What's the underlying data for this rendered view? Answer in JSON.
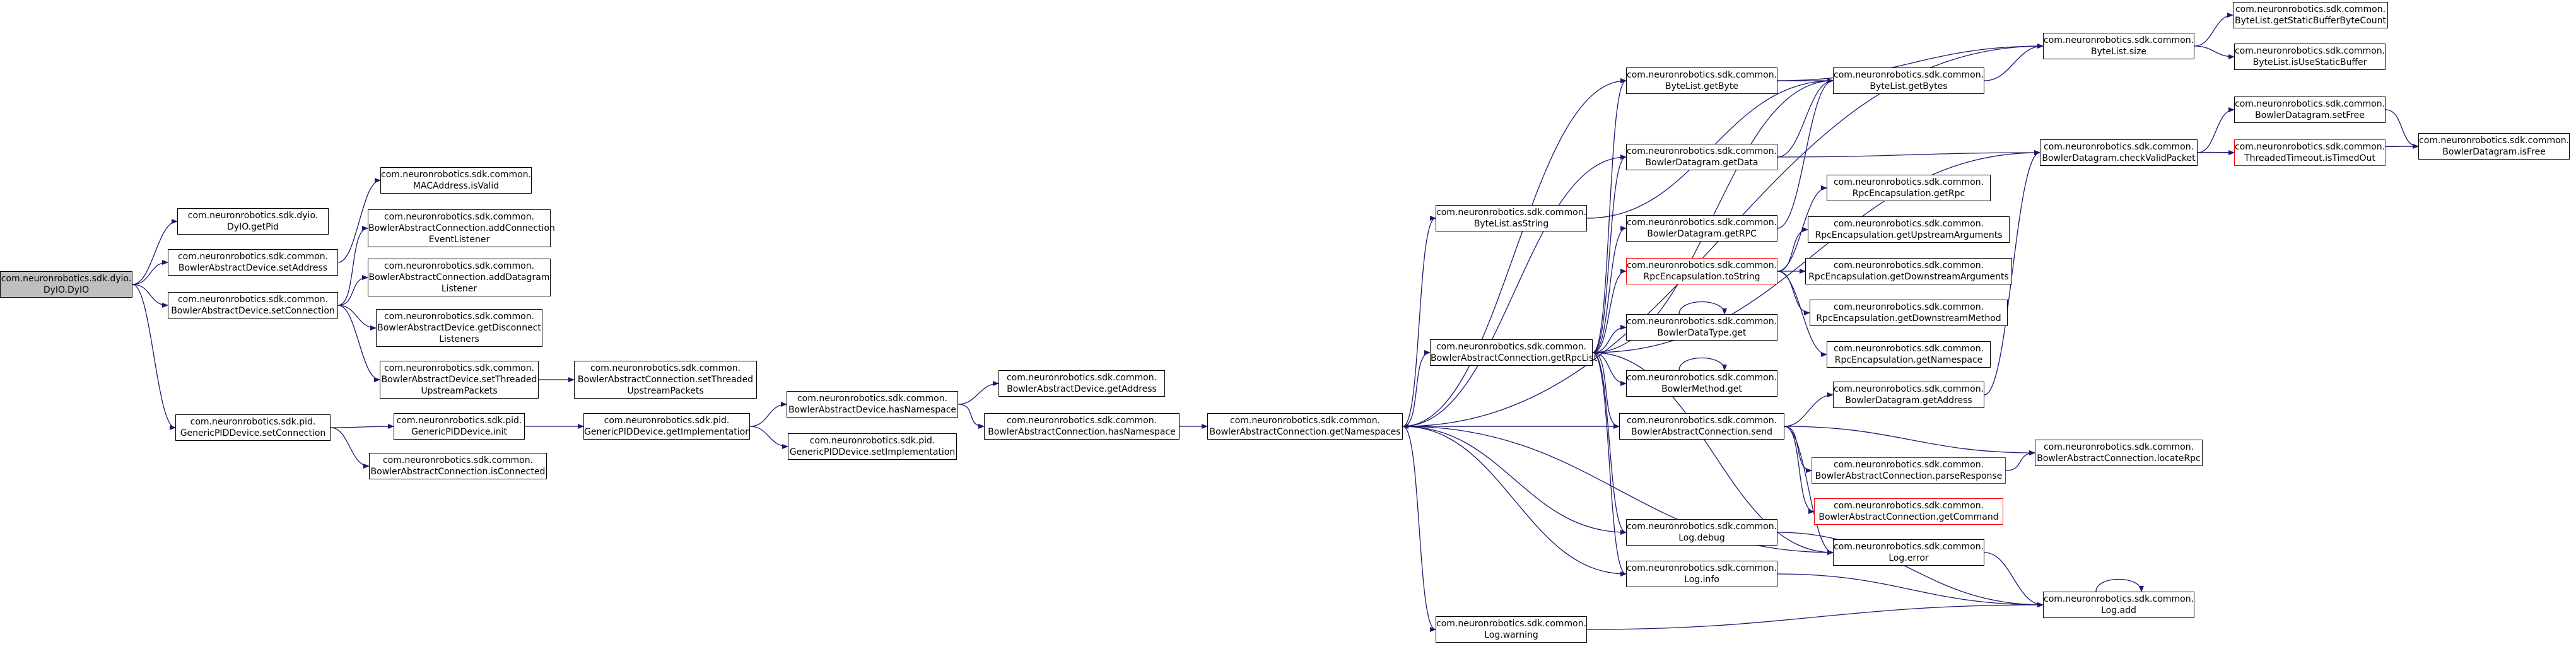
{
  "diagram": {
    "edge_color": "#191970",
    "nodes": [
      {
        "id": "dyio",
        "lines": [
          "com.neuronrobotics.sdk.dyio.",
          "DyIO.DyIO"
        ],
        "root": true
      },
      {
        "id": "getPid",
        "lines": [
          "com.neuronrobotics.sdk.dyio.",
          "DyIO.getPid"
        ]
      },
      {
        "id": "setAddress",
        "lines": [
          "com.neuronrobotics.sdk.common.",
          "BowlerAbstractDevice.setAddress"
        ]
      },
      {
        "id": "setConnection",
        "lines": [
          "com.neuronrobotics.sdk.common.",
          "BowlerAbstractDevice.setConnection"
        ]
      },
      {
        "id": "pidSetConnection",
        "lines": [
          "com.neuronrobotics.sdk.pid.",
          "GenericPIDDevice.setConnection"
        ]
      },
      {
        "id": "macIsValid",
        "lines": [
          "com.neuronrobotics.sdk.common.",
          "MACAddress.isValid"
        ]
      },
      {
        "id": "addConnListener",
        "lines": [
          "com.neuronrobotics.sdk.common.",
          "BowlerAbstractConnection.addConnection",
          "EventListener"
        ]
      },
      {
        "id": "addDgListener",
        "lines": [
          "com.neuronrobotics.sdk.common.",
          "BowlerAbstractConnection.addDatagram",
          "Listener"
        ]
      },
      {
        "id": "getDisconnect",
        "lines": [
          "com.neuronrobotics.sdk.common.",
          "BowlerAbstractDevice.getDisconnect",
          "Listeners"
        ]
      },
      {
        "id": "devSetThreaded",
        "lines": [
          "com.neuronrobotics.sdk.common.",
          "BowlerAbstractDevice.setThreaded",
          "UpstreamPackets"
        ]
      },
      {
        "id": "pidInit",
        "lines": [
          "com.neuronrobotics.sdk.pid.",
          "GenericPIDDevice.init"
        ]
      },
      {
        "id": "isConnected",
        "lines": [
          "com.neuronrobotics.sdk.common.",
          "BowlerAbstractConnection.isConnected"
        ]
      },
      {
        "id": "connSetThreaded",
        "lines": [
          "com.neuronrobotics.sdk.common.",
          "BowlerAbstractConnection.setThreaded",
          "UpstreamPackets"
        ]
      },
      {
        "id": "pidGetImpl",
        "lines": [
          "com.neuronrobotics.sdk.pid.",
          "GenericPIDDevice.getImplementation"
        ]
      },
      {
        "id": "devHasNs",
        "lines": [
          "com.neuronrobotics.sdk.common.",
          "BowlerAbstractDevice.hasNamespace"
        ]
      },
      {
        "id": "pidSetImpl",
        "lines": [
          "com.neuronrobotics.sdk.pid.",
          "GenericPIDDevice.setImplementation"
        ]
      },
      {
        "id": "devGetAddress",
        "lines": [
          "com.neuronrobotics.sdk.common.",
          "BowlerAbstractDevice.getAddress"
        ]
      },
      {
        "id": "connHasNs",
        "lines": [
          "com.neuronrobotics.sdk.common.",
          "BowlerAbstractConnection.hasNamespace"
        ]
      },
      {
        "id": "getNamespaces",
        "lines": [
          "com.neuronrobotics.sdk.common.",
          "BowlerAbstractConnection.getNamespaces"
        ]
      },
      {
        "id": "bytelistAsString",
        "lines": [
          "com.neuronrobotics.sdk.common.",
          "ByteList.asString"
        ]
      },
      {
        "id": "getRpcList",
        "lines": [
          "com.neuronrobotics.sdk.common.",
          "BowlerAbstractConnection.getRpcList"
        ]
      },
      {
        "id": "logWarning",
        "lines": [
          "com.neuronrobotics.sdk.common.",
          "Log.warning"
        ]
      },
      {
        "id": "bytelistGetByte",
        "lines": [
          "com.neuronrobotics.sdk.common.",
          "ByteList.getByte"
        ]
      },
      {
        "id": "dgGetData",
        "lines": [
          "com.neuronrobotics.sdk.common.",
          "BowlerDatagram.getData"
        ]
      },
      {
        "id": "dgGetRPC",
        "lines": [
          "com.neuronrobotics.sdk.common.",
          "BowlerDatagram.getRPC"
        ]
      },
      {
        "id": "rpcToString",
        "lines": [
          "com.neuronrobotics.sdk.common.",
          "RpcEncapsulation.toString"
        ],
        "red": true
      },
      {
        "id": "dataTypeGet",
        "lines": [
          "com.neuronrobotics.sdk.common.",
          "BowlerDataType.get"
        ]
      },
      {
        "id": "methodGet",
        "lines": [
          "com.neuronrobotics.sdk.common.",
          "BowlerMethod.get"
        ]
      },
      {
        "id": "connSend",
        "lines": [
          "com.neuronrobotics.sdk.common.",
          "BowlerAbstractConnection.send"
        ]
      },
      {
        "id": "logDebug",
        "lines": [
          "com.neuronrobotics.sdk.common.",
          "Log.debug"
        ]
      },
      {
        "id": "logInfo",
        "lines": [
          "com.neuronrobotics.sdk.common.",
          "Log.info"
        ]
      },
      {
        "id": "bytelistGetBytes",
        "lines": [
          "com.neuronrobotics.sdk.common.",
          "ByteList.getBytes"
        ]
      },
      {
        "id": "rpcGetRpc",
        "lines": [
          "com.neuronrobotics.sdk.common.",
          "RpcEncapsulation.getRpc"
        ]
      },
      {
        "id": "rpcGetUp",
        "lines": [
          "com.neuronrobotics.sdk.common.",
          "RpcEncapsulation.getUpstreamArguments"
        ]
      },
      {
        "id": "rpcGetDown",
        "lines": [
          "com.neuronrobotics.sdk.common.",
          "RpcEncapsulation.getDownstreamArguments"
        ]
      },
      {
        "id": "rpcGetDownMethod",
        "lines": [
          "com.neuronrobotics.sdk.common.",
          "RpcEncapsulation.getDownstreamMethod"
        ]
      },
      {
        "id": "rpcGetNs",
        "lines": [
          "com.neuronrobotics.sdk.common.",
          "RpcEncapsulation.getNamespace"
        ]
      },
      {
        "id": "dgGetAddress",
        "lines": [
          "com.neuronrobotics.sdk.common.",
          "BowlerDatagram.getAddress"
        ]
      },
      {
        "id": "parseResponse",
        "lines": [
          "com.neuronrobotics.sdk.common.",
          "BowlerAbstractConnection.parseResponse"
        ],
        "red": true
      },
      {
        "id": "getCommand",
        "lines": [
          "com.neuronrobotics.sdk.common.",
          "BowlerAbstractConnection.getCommand"
        ],
        "red": true
      },
      {
        "id": "logError",
        "lines": [
          "com.neuronrobotics.sdk.common.",
          "Log.error"
        ]
      },
      {
        "id": "bytelistSize",
        "lines": [
          "com.neuronrobotics.sdk.common.",
          "ByteList.size"
        ]
      },
      {
        "id": "checkValidPacket",
        "lines": [
          "com.neuronrobotics.sdk.common.",
          "BowlerDatagram.checkValidPacket"
        ]
      },
      {
        "id": "locateRpc",
        "lines": [
          "com.neuronrobotics.sdk.common.",
          "BowlerAbstractConnection.locateRpc"
        ]
      },
      {
        "id": "logAdd",
        "lines": [
          "com.neuronrobotics.sdk.common.",
          "Log.add"
        ]
      },
      {
        "id": "getStaticBufferByteCount",
        "lines": [
          "com.neuronrobotics.sdk.common.",
          "ByteList.getStaticBufferByteCount"
        ]
      },
      {
        "id": "isUseStaticBuffer",
        "lines": [
          "com.neuronrobotics.sdk.common.",
          "ByteList.isUseStaticBuffer"
        ]
      },
      {
        "id": "dgSetFree",
        "lines": [
          "com.neuronrobotics.sdk.common.",
          "BowlerDatagram.setFree"
        ]
      },
      {
        "id": "isTimedOut",
        "lines": [
          "com.neuronrobotics.sdk.common.",
          "ThreadedTimeout.isTimedOut"
        ],
        "red": true
      },
      {
        "id": "dgIsFree",
        "lines": [
          "com.neuronrobotics.sdk.common.",
          "BowlerDatagram.isFree"
        ]
      }
    ],
    "edges": [
      [
        "dyio",
        "getPid"
      ],
      [
        "dyio",
        "setAddress"
      ],
      [
        "dyio",
        "setConnection"
      ],
      [
        "dyio",
        "pidSetConnection"
      ],
      [
        "setAddress",
        "macIsValid"
      ],
      [
        "setConnection",
        "addConnListener"
      ],
      [
        "setConnection",
        "addDgListener"
      ],
      [
        "setConnection",
        "getDisconnect"
      ],
      [
        "setConnection",
        "devSetThreaded"
      ],
      [
        "devSetThreaded",
        "connSetThreaded"
      ],
      [
        "pidSetConnection",
        "pidInit"
      ],
      [
        "pidSetConnection",
        "isConnected"
      ],
      [
        "pidInit",
        "pidGetImpl"
      ],
      [
        "pidGetImpl",
        "devHasNs"
      ],
      [
        "pidGetImpl",
        "pidSetImpl"
      ],
      [
        "devHasNs",
        "devGetAddress"
      ],
      [
        "devHasNs",
        "connHasNs"
      ],
      [
        "connHasNs",
        "getNamespaces"
      ],
      [
        "getNamespaces",
        "bytelistSize"
      ],
      [
        "getNamespaces",
        "bytelistGetByte"
      ],
      [
        "getNamespaces",
        "dgGetData"
      ],
      [
        "getNamespaces",
        "bytelistAsString"
      ],
      [
        "getNamespaces",
        "getRpcList"
      ],
      [
        "getNamespaces",
        "connSend"
      ],
      [
        "getNamespaces",
        "logDebug"
      ],
      [
        "getNamespaces",
        "logInfo"
      ],
      [
        "getNamespaces",
        "logWarning"
      ],
      [
        "getNamespaces",
        "logError"
      ],
      [
        "bytelistAsString",
        "bytelistGetBytes"
      ],
      [
        "getRpcList",
        "bytelistGetByte"
      ],
      [
        "getRpcList",
        "dgGetData"
      ],
      [
        "getRpcList",
        "dgGetRPC"
      ],
      [
        "getRpcList",
        "rpcToString"
      ],
      [
        "getRpcList",
        "dataTypeGet"
      ],
      [
        "getRpcList",
        "methodGet"
      ],
      [
        "getRpcList",
        "connSend"
      ],
      [
        "getRpcList",
        "logDebug"
      ],
      [
        "getRpcList",
        "logInfo"
      ],
      [
        "getRpcList",
        "logError"
      ],
      [
        "getRpcList",
        "bytelistGetBytes"
      ],
      [
        "getRpcList",
        "checkValidPacket"
      ],
      [
        "logWarning",
        "logAdd"
      ],
      [
        "bytelistGetByte",
        "bytelistSize"
      ],
      [
        "bytelistGetByte",
        "bytelistGetBytes"
      ],
      [
        "dgGetData",
        "bytelistGetBytes"
      ],
      [
        "dgGetData",
        "checkValidPacket"
      ],
      [
        "dgGetRPC",
        "bytelistGetBytes"
      ],
      [
        "rpcToString",
        "rpcGetRpc"
      ],
      [
        "rpcToString",
        "rpcGetUp"
      ],
      [
        "rpcToString",
        "rpcGetDown"
      ],
      [
        "rpcToString",
        "rpcGetDownMethod"
      ],
      [
        "rpcToString",
        "rpcGetNs"
      ],
      [
        "dataTypeGet",
        "dataTypeGet"
      ],
      [
        "methodGet",
        "methodGet"
      ],
      [
        "connSend",
        "getNamespaces"
      ],
      [
        "connSend",
        "dgGetAddress"
      ],
      [
        "connSend",
        "locateRpc"
      ],
      [
        "connSend",
        "parseResponse"
      ],
      [
        "connSend",
        "getCommand"
      ],
      [
        "connSend",
        "logError"
      ],
      [
        "logDebug",
        "logAdd"
      ],
      [
        "logInfo",
        "logAdd"
      ],
      [
        "logError",
        "logAdd"
      ],
      [
        "bytelistGetBytes",
        "bytelistSize"
      ],
      [
        "dgGetAddress",
        "checkValidPacket"
      ],
      [
        "parseResponse",
        "locateRpc"
      ],
      [
        "bytelistSize",
        "getStaticBufferByteCount"
      ],
      [
        "bytelistSize",
        "isUseStaticBuffer"
      ],
      [
        "checkValidPacket",
        "dgSetFree"
      ],
      [
        "checkValidPacket",
        "isTimedOut"
      ],
      [
        "checkValidPacket",
        "dgIsFree"
      ],
      [
        "dgSetFree",
        "dgIsFree"
      ],
      [
        "logAdd",
        "logAdd"
      ]
    ]
  }
}
